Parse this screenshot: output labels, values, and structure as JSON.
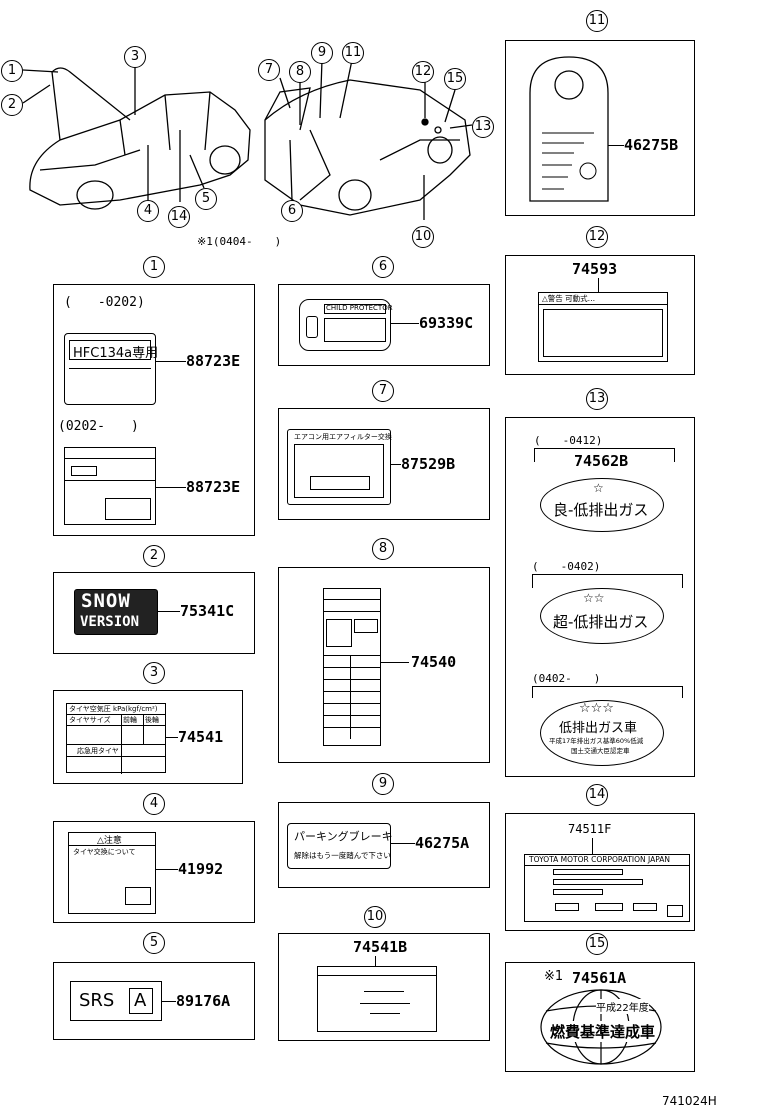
{
  "car_note": "※1(0404-　　)",
  "car_callouts": [
    "1",
    "2",
    "3",
    "4",
    "14",
    "5",
    "7",
    "8",
    "9",
    "11",
    "6",
    "12",
    "15",
    "13",
    "10"
  ],
  "panels": {
    "p1": {
      "num": "1",
      "range_a": "(　　-0202)",
      "label_a": "HFC134a専用",
      "part_a": "88723E",
      "range_b": "(0202-　　)",
      "part_b": "88723E"
    },
    "p2": {
      "num": "2",
      "label_top": "SNOW",
      "label_bottom": "VERSION",
      "part": "75341C"
    },
    "p3": {
      "num": "3",
      "label_head": "タイヤ空気圧 kPa(kgf/cm²)",
      "col_a": "タイヤサイズ",
      "col_b": "前輪",
      "col_c": "後輪",
      "row": "応急用タイヤ",
      "part": "74541"
    },
    "p4": {
      "num": "4",
      "label_head": "△注意",
      "label_sub": "タイヤ交換について",
      "part": "41992"
    },
    "p5": {
      "num": "5",
      "label_a": "SRS",
      "label_b": "A",
      "part": "89176A"
    },
    "p6": {
      "num": "6",
      "label": "CHILD PROTECTOR",
      "part": "69339C"
    },
    "p7": {
      "num": "7",
      "label": "エアコン用エアフィルター交換",
      "part": "87529B"
    },
    "p8": {
      "num": "8",
      "part": "74540"
    },
    "p9": {
      "num": "9",
      "label_a": "パーキングブレーキ",
      "label_b": "解除はもう一度踏んで下さい",
      "part": "46275A"
    },
    "p10": {
      "num": "10",
      "part": "74541B"
    },
    "p11": {
      "num": "11",
      "part": "46275B"
    },
    "p12": {
      "num": "12",
      "label": "△警告 可動式…",
      "part": "74593"
    },
    "p13": {
      "num": "13",
      "range_a": "(　　-0412)",
      "part": "74562B",
      "label_a": "良-低排出ガス",
      "range_b": "(　　-0402)",
      "label_b": "超-低排出ガス",
      "range_c": "(0402-　　)",
      "label_c": "低排出ガス車",
      "sub_c1": "平成17年排出ガス基準60%低減",
      "sub_c2": "国土交通大臣認定車"
    },
    "p14": {
      "num": "14",
      "part": "74511F",
      "label": "TOYOTA MOTOR CORPORATION JAPAN"
    },
    "p15": {
      "num": "15",
      "note": "※1",
      "part": "74561A",
      "label_a": "平成22年度",
      "label_b": "燃費基準達成車"
    }
  },
  "footer_code": "741024H"
}
